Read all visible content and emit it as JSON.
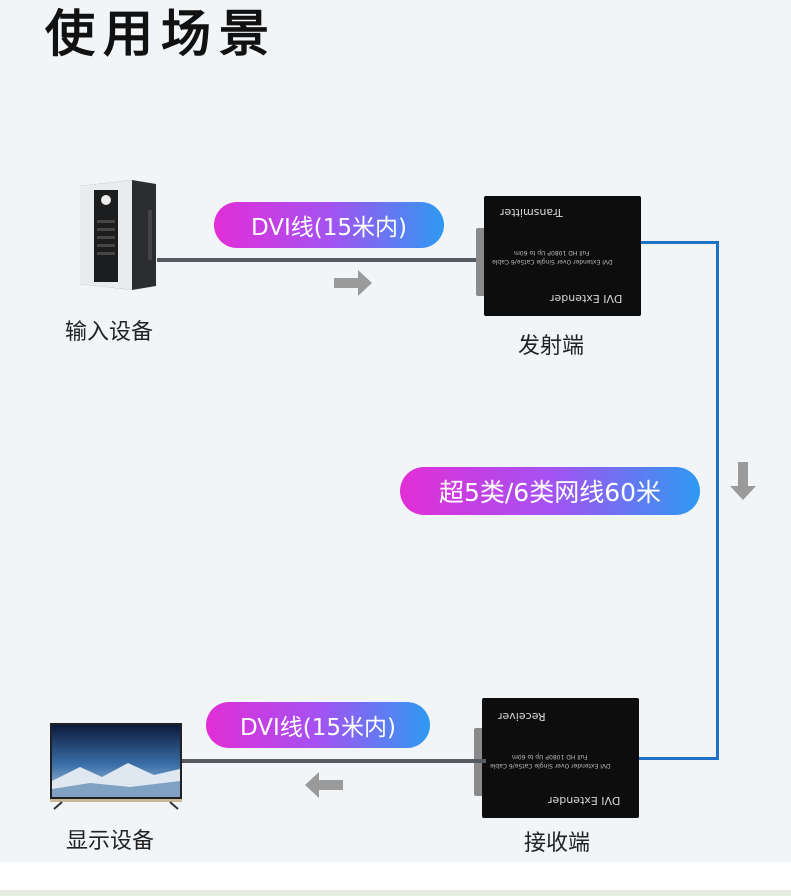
{
  "title": "使用场景",
  "nodes": {
    "input_device": "输入设备",
    "transmitter": "发射端",
    "receiver": "接收端",
    "display_device": "显示设备"
  },
  "cables": {
    "top": "DVI线(15米内)",
    "middle": "超5类/6类网线60米",
    "bottom": "DVI线(15米内)"
  },
  "transmitter_box": {
    "name": "Transmitter",
    "spec": "DVI Extender Over Single Cat5e/6 Cable",
    "spec2": "Full HD 1080P Up to 60m",
    "model": "DVI  Extender"
  },
  "receiver_box": {
    "name": "Receiver",
    "spec": "DVI Extender Over Single Cat5e/6 Cable",
    "spec2": "Full HD 1080P Up to 60m",
    "model": "DVI  Extender"
  },
  "colors": {
    "pill_start": "#e22ed6",
    "pill_end": "#2e99f2",
    "network_line": "#1d72c6",
    "arrow": "#9a9a9a"
  },
  "icons": [
    "pc-tower-icon",
    "tv-icon",
    "arrow-right-icon",
    "arrow-down-icon",
    "arrow-left-icon"
  ]
}
